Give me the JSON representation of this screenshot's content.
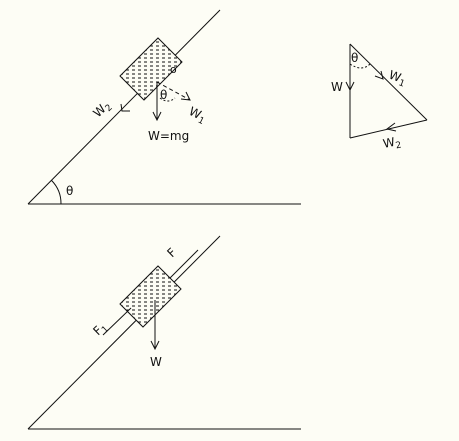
{
  "panel_top": {
    "theta_incline": "θ",
    "weight_label": "W=mg",
    "w1_label": "W",
    "w1_sub": "1",
    "w2_label": "W",
    "w2_sub": "2",
    "theta_block": "θ",
    "corner_mark": "o"
  },
  "triangle": {
    "w_label": "W",
    "w1_label": "W",
    "w1_sub": "1",
    "w2_label": "W",
    "w2_sub": "2",
    "theta_label": "θ"
  },
  "panel_bottom": {
    "f_label": "F",
    "f1_label": "F",
    "f1_sub": "1",
    "w_label": "W"
  }
}
